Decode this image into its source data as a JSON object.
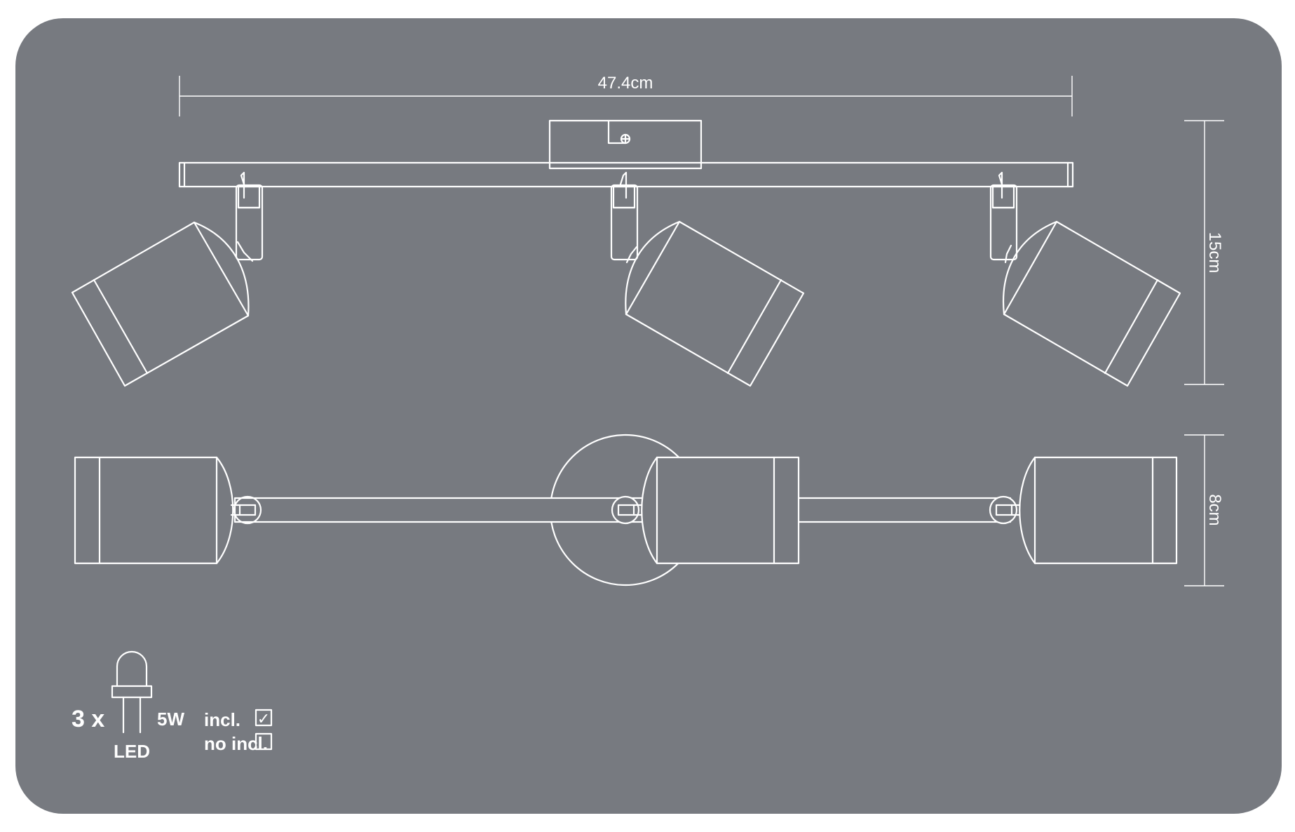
{
  "colors": {
    "panel": "#777a80",
    "line": "#ffffff",
    "background": "#ffffff"
  },
  "dimensions": {
    "width": "47.4cm",
    "height": "15cm",
    "depth": "8cm"
  },
  "spec": {
    "count": "3 x",
    "bulb_type": "LED",
    "wattage": "5W",
    "included_label": "incl.",
    "included_mark": "✓",
    "not_included_label": "no incl."
  },
  "icons": [
    "led-bulb-icon",
    "checkbox-checked-icon",
    "checkbox-empty-icon"
  ]
}
